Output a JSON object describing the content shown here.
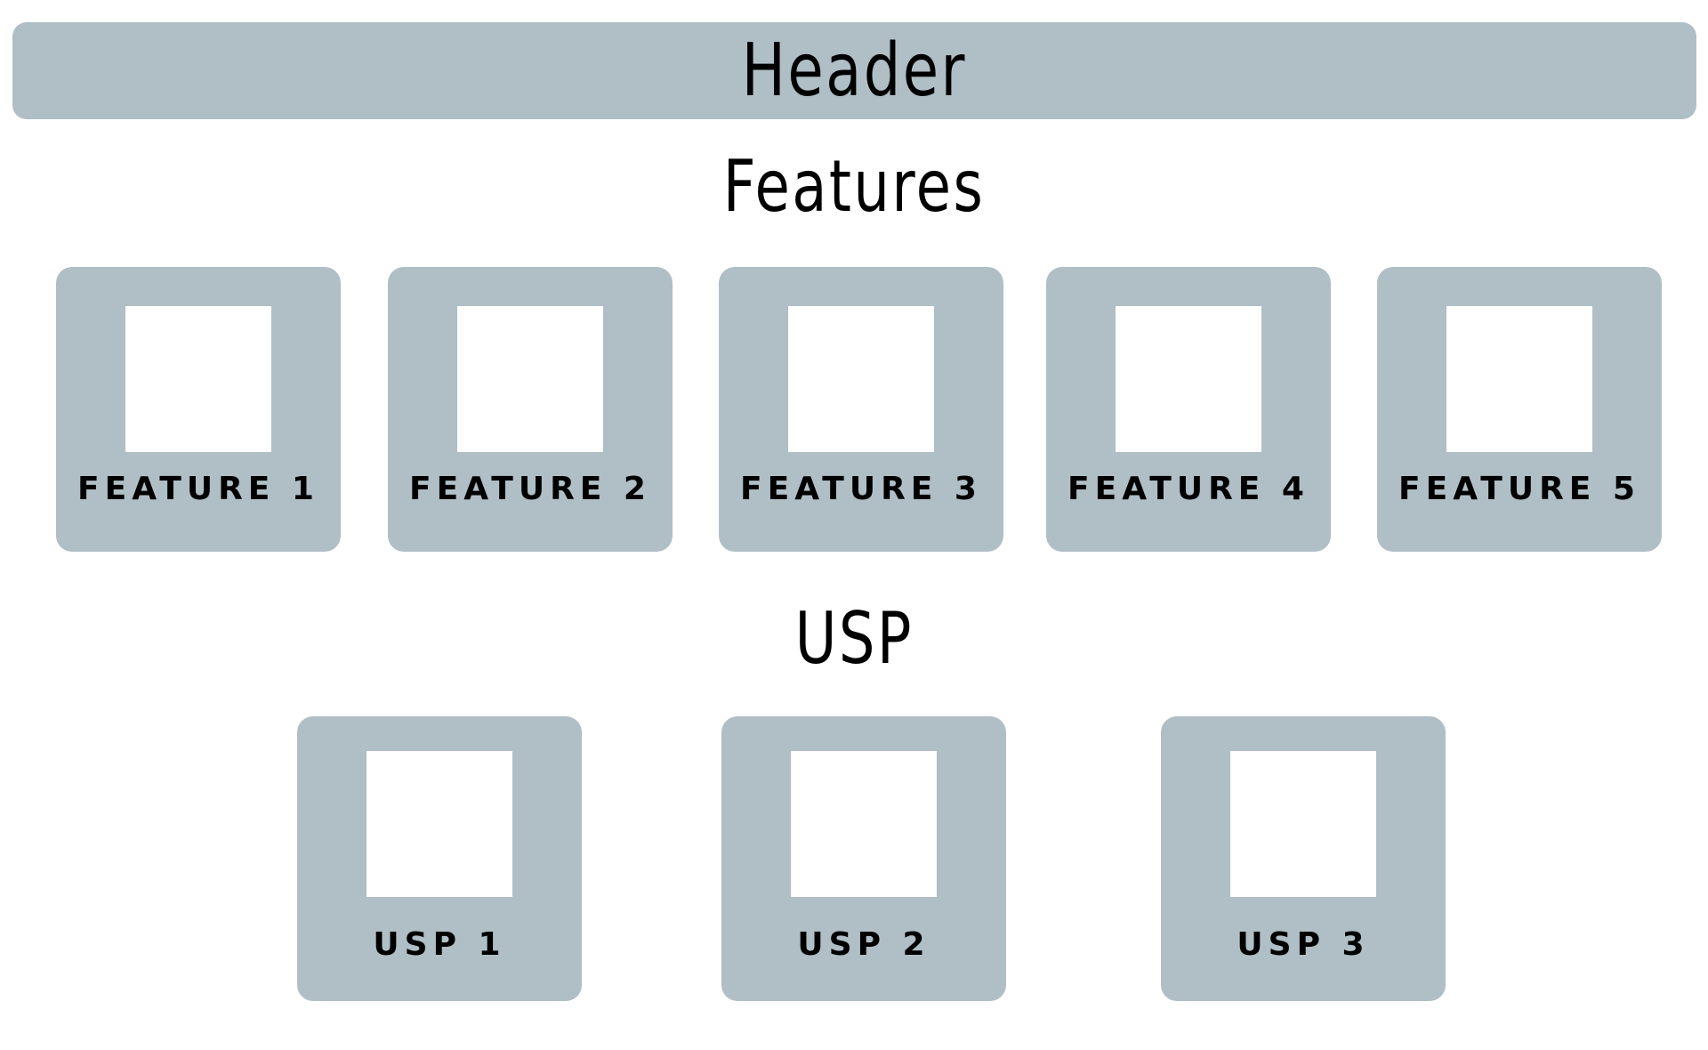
{
  "header": {
    "title": "Header"
  },
  "features": {
    "title": "Features",
    "items": [
      {
        "label": "FEATURE 1"
      },
      {
        "label": "FEATURE 2"
      },
      {
        "label": "FEATURE 3"
      },
      {
        "label": "FEATURE 4"
      },
      {
        "label": "FEATURE 5"
      }
    ]
  },
  "usp": {
    "title": "USP",
    "items": [
      {
        "label": "USP 1"
      },
      {
        "label": "USP 2"
      },
      {
        "label": "USP 3"
      }
    ]
  },
  "colors": {
    "card_background": "#b0bec5",
    "placeholder": "#ffffff",
    "text": "#000000",
    "page_background": "#ffffff"
  }
}
